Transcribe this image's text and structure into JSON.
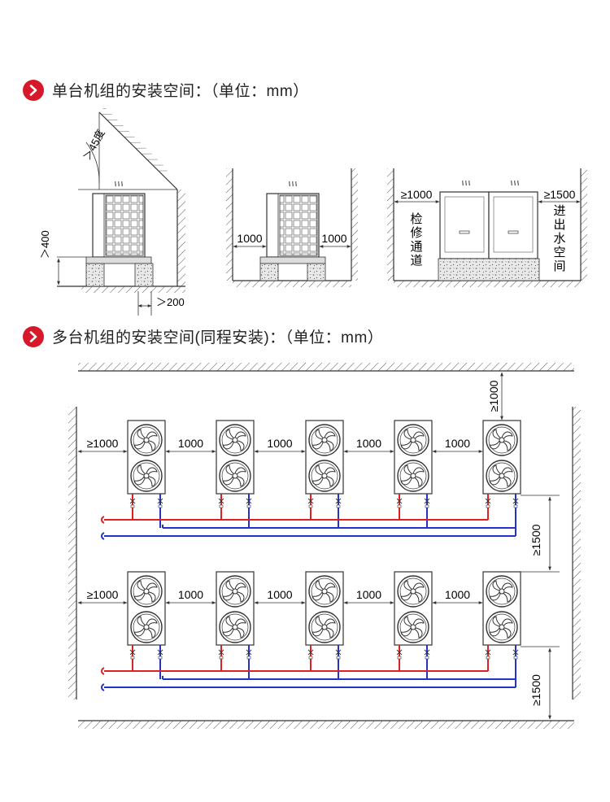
{
  "section1": {
    "title": "单台机组的安装空间：（单位：mm）",
    "icon": "chevron-right-icon"
  },
  "section2": {
    "title": "多台机组的安装空间(同程安装)：（单位：mm）",
    "icon": "chevron-right-icon"
  },
  "single": {
    "roof_angle": "＞45度",
    "height": "＞400",
    "wall_gap": "＞200",
    "side_clear_left": "1000",
    "side_clear_right": "1000",
    "left_clear": "≥1000",
    "right_clear": "≥1500",
    "left_channel": "检修通道",
    "right_channel": "进出水空间"
  },
  "multi": {
    "top_clear": "≥1000",
    "left_clear": "≥1000",
    "gap": "1000",
    "row_clear": "≥1500",
    "bottom_clear": "≥1500"
  },
  "colors": {
    "accent": "#d7182a",
    "supply_pipe": "#e02020",
    "return_pipe": "#2233cc",
    "line": "#333333"
  }
}
